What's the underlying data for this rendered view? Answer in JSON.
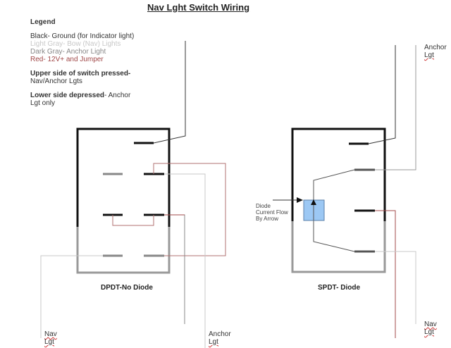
{
  "title": "Nav Lght Switch Wiring",
  "legend": {
    "heading": "Legend",
    "entries": [
      {
        "text": "Black- Ground (for Indicator light)",
        "color": "#333333"
      },
      {
        "text": "Light Gray-  Bow (Nav) Lights",
        "color": "#c8c8c8"
      },
      {
        "text": "Dark Gray- Anchor Light",
        "color": "#888888"
      },
      {
        "text": "Red- 12V+ and Jumper",
        "color": "#a04848"
      }
    ],
    "upper_bold": "Upper side of switch pressed-",
    "upper_text": "Nav/Anchor Lgts",
    "lower_bold": "Lower side depressed",
    "lower_text": "- Anchor",
    "lower_text2": "Lgt only"
  },
  "diagrams": [
    {
      "caption": "DPDT-No Diode",
      "labels": [
        {
          "line1": "Nav",
          "line2": "Lgt"
        },
        {
          "line1": "Anchor",
          "line2": "Lgt"
        }
      ]
    },
    {
      "caption": "SPDT- Diode",
      "labels": [
        {
          "line1": "Anchor",
          "line2": "Lgt"
        },
        {
          "line1": "Nav",
          "line2": "Lgt"
        }
      ],
      "diode_note": [
        "Diode",
        "Current Flow",
        "By Arrow"
      ]
    }
  ],
  "colors": {
    "black": "#111111",
    "light_gray": "#c8c8c8",
    "dark_gray": "#888888",
    "red": "#a04848",
    "diode_fill": "#9cc8f4",
    "diode_stroke": "#5b7fa8"
  }
}
